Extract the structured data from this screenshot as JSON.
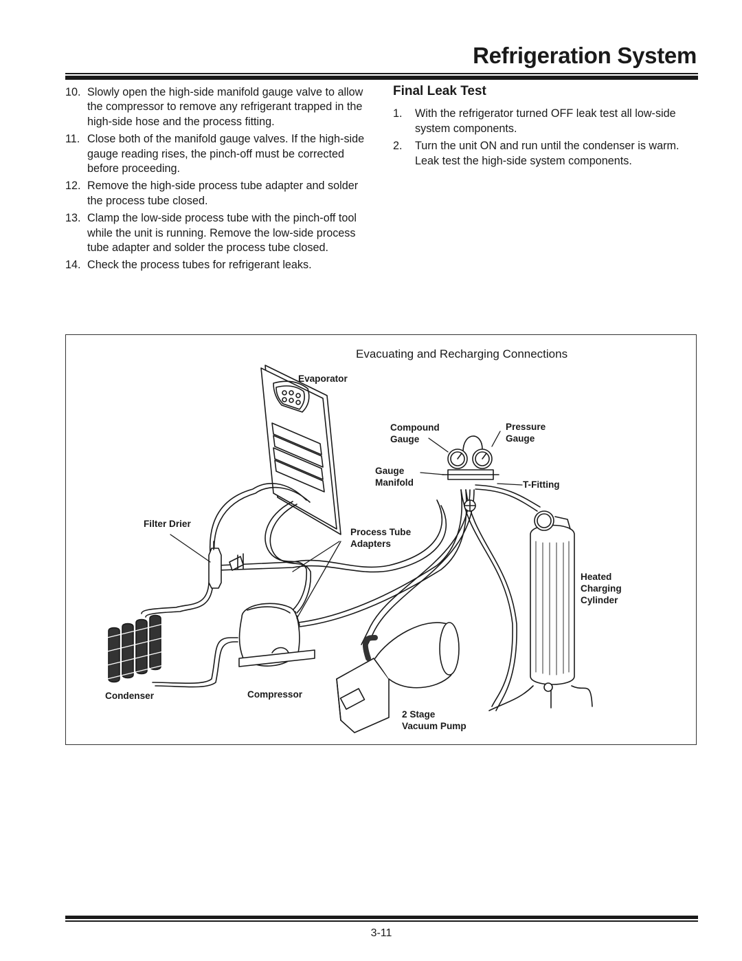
{
  "header": {
    "title": "Refrigeration System"
  },
  "left_steps": [
    {
      "num": "10.",
      "text": "Slowly open the high-side manifold gauge valve to allow the compressor to remove any refrigerant trapped in the high-side hose and the process fitting."
    },
    {
      "num": "11.",
      "text": "Close both of the manifold gauge valves.  If the high-side gauge reading rises, the pinch-off must be corrected before proceeding."
    },
    {
      "num": "12.",
      "text": "Remove the high-side process tube adapter and solder the process tube closed."
    },
    {
      "num": "13.",
      "text": "Clamp the low-side process tube with the pinch-off tool while the unit is running.  Remove the low-side process tube adapter and solder the process tube closed."
    },
    {
      "num": "14.",
      "text": "Check the process tubes for refrigerant leaks."
    }
  ],
  "final_leak_test": {
    "heading": "Final Leak Test",
    "steps": [
      {
        "num": "1.",
        "text": "With the refrigerator turned OFF leak test all low-side system components."
      },
      {
        "num": "2.",
        "text": "Turn the unit ON and run until the condenser is warm.  Leak test the high-side system components."
      }
    ]
  },
  "figure": {
    "title": "Evacuating and Recharging Connections",
    "labels": {
      "evaporator": "Evaporator",
      "compound_gauge": "Compound\nGauge",
      "pressure_gauge": "Pressure\nGauge",
      "gauge_manifold": "Gauge\nManifold",
      "t_fitting": "T-Fitting",
      "filter_drier": "Filter Drier",
      "process_tube_adapters": "Process Tube\nAdapters",
      "heated_charging_cylinder": "Heated\nCharging\nCylinder",
      "condenser": "Condenser",
      "compressor": "Compressor",
      "vacuum_pump": "2 Stage\nVacuum Pump"
    }
  },
  "footer": {
    "page_number": "3-11"
  }
}
